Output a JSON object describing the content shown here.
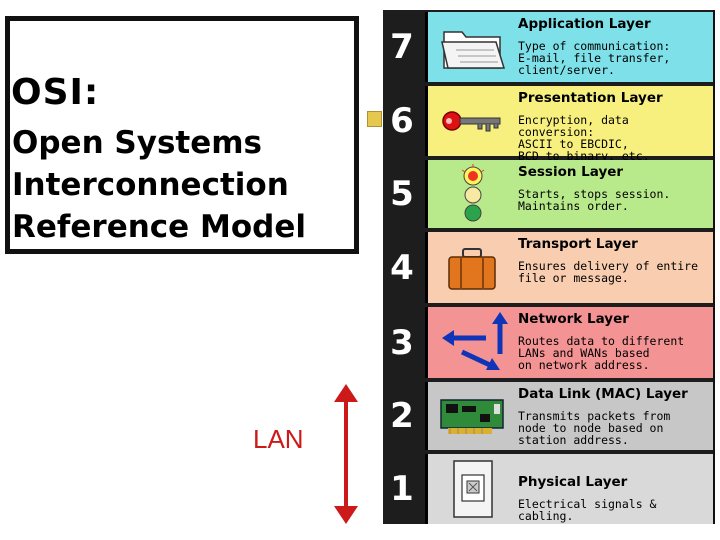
{
  "title": {
    "main": "OSI:",
    "line1": "Open Systems",
    "line2": "Interconnection",
    "line3": "Reference Model"
  },
  "lan": {
    "label": "LAN",
    "color": "#cc1a1a"
  },
  "layers": [
    {
      "number": "7",
      "name": "Application Layer",
      "desc1": "Type of communication:",
      "desc2": "E-mail, file transfer,",
      "desc3": "client/server.",
      "color": "#7ee0e8",
      "icon": "folder-icon"
    },
    {
      "number": "6",
      "name": "Presentation Layer",
      "desc1": "Encryption, data conversion:",
      "desc2": "ASCII to EBCDIC,",
      "desc3": "BCD to binary, etc.",
      "color": "#f7f07e",
      "icon": "key-icon"
    },
    {
      "number": "5",
      "name": "Session Layer",
      "desc1": "Starts, stops session.",
      "desc2": "Maintains order.",
      "desc3": "",
      "color": "#b8ea8c",
      "icon": "traffic-light-icon"
    },
    {
      "number": "4",
      "name": "Transport Layer",
      "desc1": "Ensures delivery of entire",
      "desc2": "file or message.",
      "desc3": "",
      "color": "#f9cdb0",
      "icon": "suitcase-icon"
    },
    {
      "number": "3",
      "name": "Network Layer",
      "desc1": "Routes data to different",
      "desc2": "LANs and WANs based",
      "desc3": "on network address.",
      "color": "#f49393",
      "icon": "routing-arrows-icon"
    },
    {
      "number": "2",
      "name": "Data Link (MAC) Layer",
      "desc1": "Transmits packets from",
      "desc2": "node to node based on",
      "desc3": "station address.",
      "color": "#c7c7c7",
      "icon": "network-card-icon"
    },
    {
      "number": "1",
      "name": "Physical Layer",
      "desc1": "Electrical signals & cabling.",
      "desc2": "",
      "desc3": "",
      "color": "#d9d9d9",
      "icon": "wall-jack-icon"
    }
  ]
}
